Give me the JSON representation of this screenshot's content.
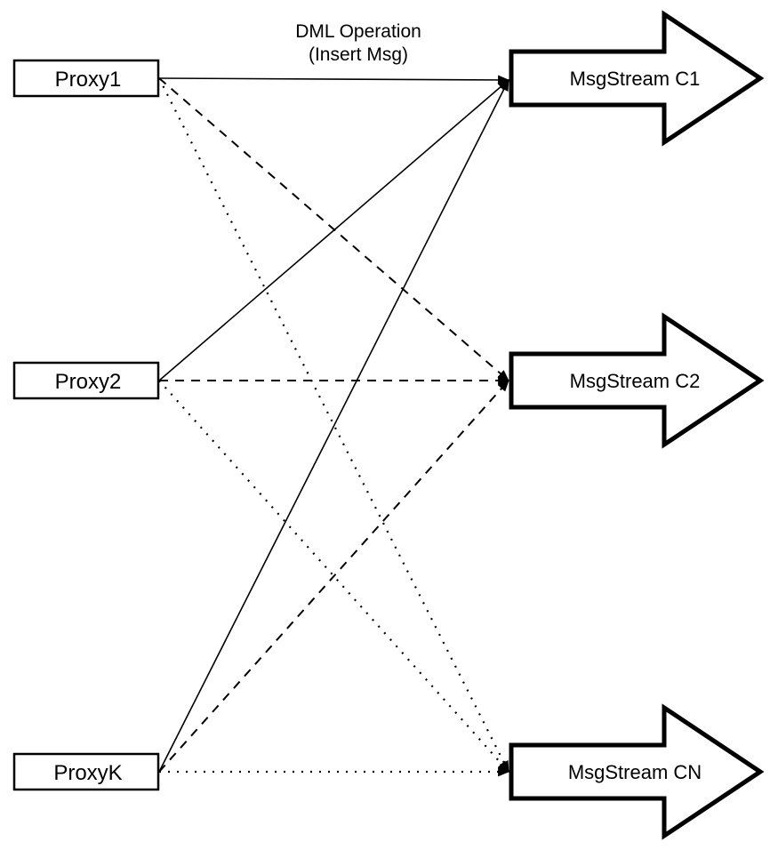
{
  "diagram": {
    "title_label": {
      "line1": "DML Operation",
      "line2": "(Insert Msg)"
    },
    "proxies": [
      {
        "id": "proxy-1",
        "label": "Proxy1"
      },
      {
        "id": "proxy-2",
        "label": "Proxy2"
      },
      {
        "id": "proxy-k",
        "label": "ProxyK"
      }
    ],
    "streams": [
      {
        "id": "msgstream-c1",
        "label": "MsgStream C1"
      },
      {
        "id": "msgstream-c2",
        "label": "MsgStream C2"
      },
      {
        "id": "msgstream-cn",
        "label": "MsgStream CN"
      }
    ],
    "edges": [
      {
        "from": "Proxy1",
        "to": "MsgStream C1",
        "style": "solid"
      },
      {
        "from": "Proxy2",
        "to": "MsgStream C1",
        "style": "solid"
      },
      {
        "from": "ProxyK",
        "to": "MsgStream C1",
        "style": "solid"
      },
      {
        "from": "Proxy1",
        "to": "MsgStream C2",
        "style": "dashed"
      },
      {
        "from": "Proxy2",
        "to": "MsgStream C2",
        "style": "dashed"
      },
      {
        "from": "ProxyK",
        "to": "MsgStream C2",
        "style": "dashed"
      },
      {
        "from": "Proxy1",
        "to": "MsgStream CN",
        "style": "dotted"
      },
      {
        "from": "Proxy2",
        "to": "MsgStream CN",
        "style": "dotted"
      },
      {
        "from": "ProxyK",
        "to": "MsgStream CN",
        "style": "dotted"
      }
    ],
    "colors": {
      "line": "#000000",
      "fill": "#ffffff",
      "text": "#000000"
    }
  }
}
